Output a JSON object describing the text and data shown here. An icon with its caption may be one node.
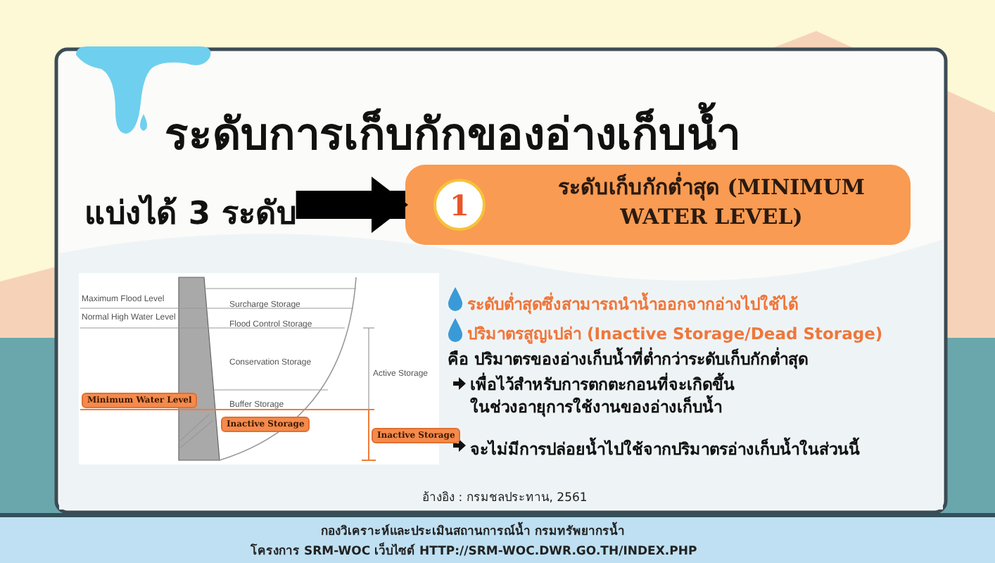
{
  "diagram": {
    "title": "ระดับการเก็บกักของอ่างเก็บน้ำ",
    "nodes": [
      {
        "text": [
          "แบ่งได้ 3 ระดับ"
        ]
      },
      {
        "text": [
          "1",
          "ระดับเก็บกักต่ำสุด (MINIMUM WATER LEVEL)"
        ]
      },
      {
        "text": [
          "Minimum Water Level"
        ]
      },
      {
        "text": [
          "Inactive Storage"
        ]
      },
      {
        "text": [
          "Inactive Storage"
        ]
      }
    ],
    "edges": [
      {
        "from": 0,
        "to": 1,
        "arrow": "to"
      }
    ],
    "labels": [
      "Maximum Flood Level",
      "Normal High Water Level",
      "Surcharge Storage",
      "Flood Control Storage",
      "Conservation Storage",
      "Active Storage",
      "Buffer Storage",
      "ระดับต่ำสุดซึ่งสามารถนำน้ำออกจากอ่างไปใช้ได้",
      "ปริมาตรสูญเปล่า (Inactive Storage/Dead Storage)",
      "คือ ปริมาตรของอ่างเก็บน้ำที่ต่ำกว่าระดับเก็บกักต่ำสุด",
      "เพื่อไว้สำหรับการตกตะกอนที่จะเกิดขึ้นในช่วงอายุการใช้งานของอ่างเก็บน้ำ",
      "จะไม่มีการปล่อยน้ำไปใช้จากปริมาตรอ่างเก็บน้ำในส่วนนี้",
      "อ้างอิง : กรมชลประทาน, 2561",
      "กองวิเคราะห์และประเมินสถานการณ์น้ำ กรมทรัพยากรน้ำ",
      "โครงการ SRM-WOC เว็บไซต์ HTTP://SRM-WOC.DWR.GO.TH/INDEX.PHP"
    ]
  }
}
